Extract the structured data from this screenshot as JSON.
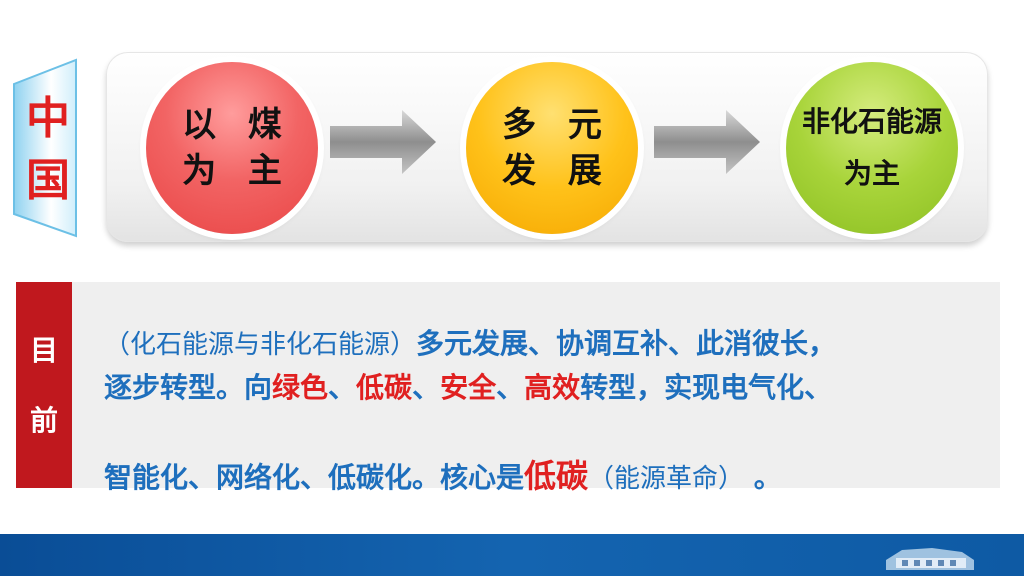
{
  "china_tab": {
    "label": "中\n国"
  },
  "flow": [
    {
      "text": "以 煤\n为 主"
    },
    {
      "text": "多 元\n发 展"
    },
    {
      "text": "非化石能源\n为主"
    }
  ],
  "current": {
    "label": "目\n前",
    "line1": {
      "p1": "（化石能源与非化石能源）",
      "p2": "多元发展、协调互补、此消彼长，"
    },
    "line2": {
      "p1": "逐步转型。向",
      "p2": "绿色",
      "p3": "、",
      "p4": "低碳",
      "p5": "、",
      "p6": "安全",
      "p7": "、",
      "p8": "高效",
      "p9": "转型，实现电气化、"
    },
    "line3": {
      "p1": "智能化、网络化、低碳化。核心是",
      "p2": "低碳",
      "p3": "（能源革命）",
      "p4": "  。"
    }
  },
  "colors": {
    "accent_red": "#e02020",
    "text_blue": "#1e6fbd",
    "label_red": "#c0181e",
    "footer_blue": "#0a4d96"
  }
}
